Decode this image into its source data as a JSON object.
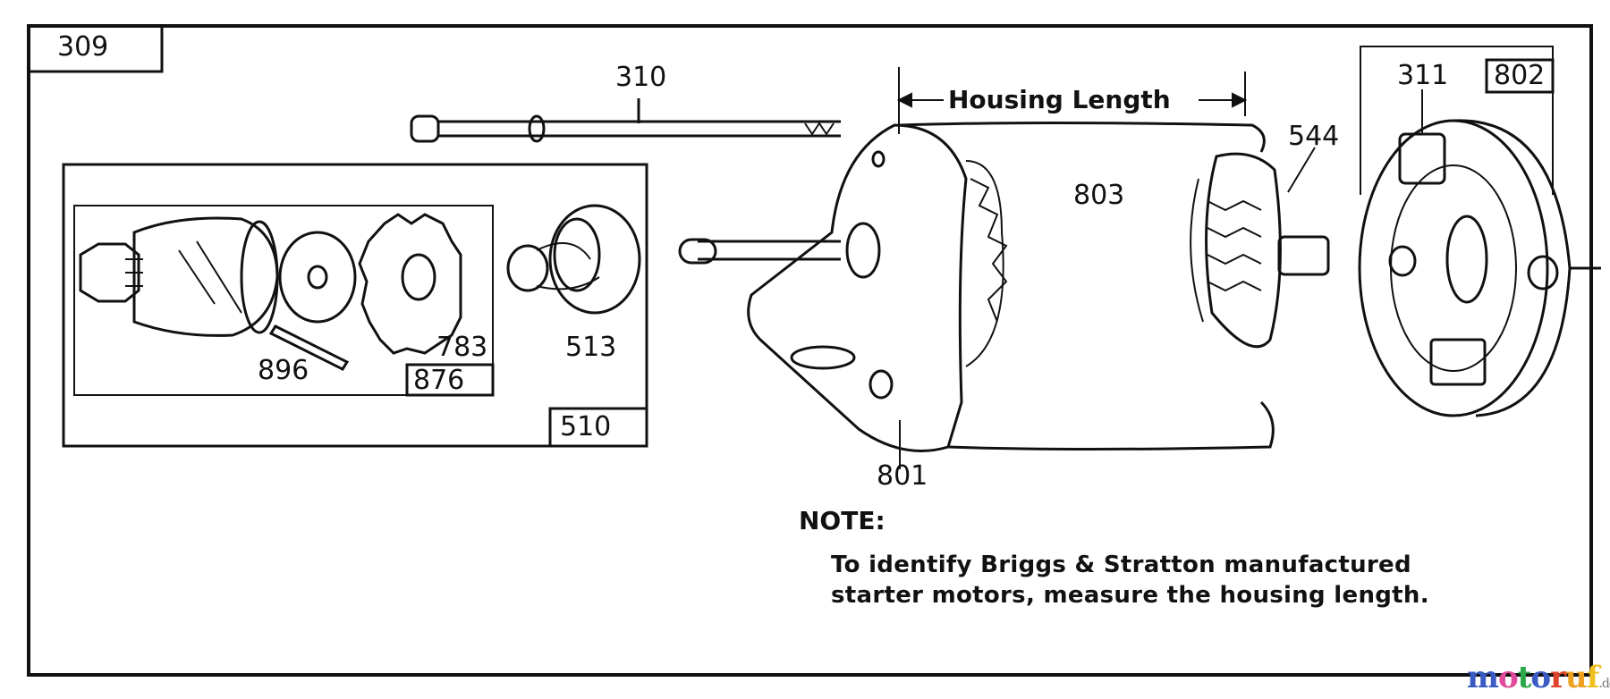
{
  "diagram": {
    "frame_number": "309",
    "callouts": {
      "p310": "310",
      "p311": "311",
      "p802": "802",
      "p544": "544",
      "p803": "803",
      "p801": "801",
      "p783": "783",
      "p513": "513",
      "p896": "896",
      "p876": "876",
      "p510": "510"
    },
    "dimension_label": "Housing Length",
    "note": {
      "title": "NOTE:",
      "line1": "To identify Briggs & Stratton manufactured",
      "line2": "starter motors, measure the housing length."
    }
  },
  "watermark": {
    "letters": [
      "m",
      "o",
      "t",
      "o",
      "r",
      "u",
      "f"
    ],
    "colors": [
      "#3b5bc4",
      "#e04a9a",
      "#2aa84a",
      "#3b5bc4",
      "#e0442a",
      "#f0a020",
      "#f0c020"
    ],
    "suffix": ".de"
  }
}
